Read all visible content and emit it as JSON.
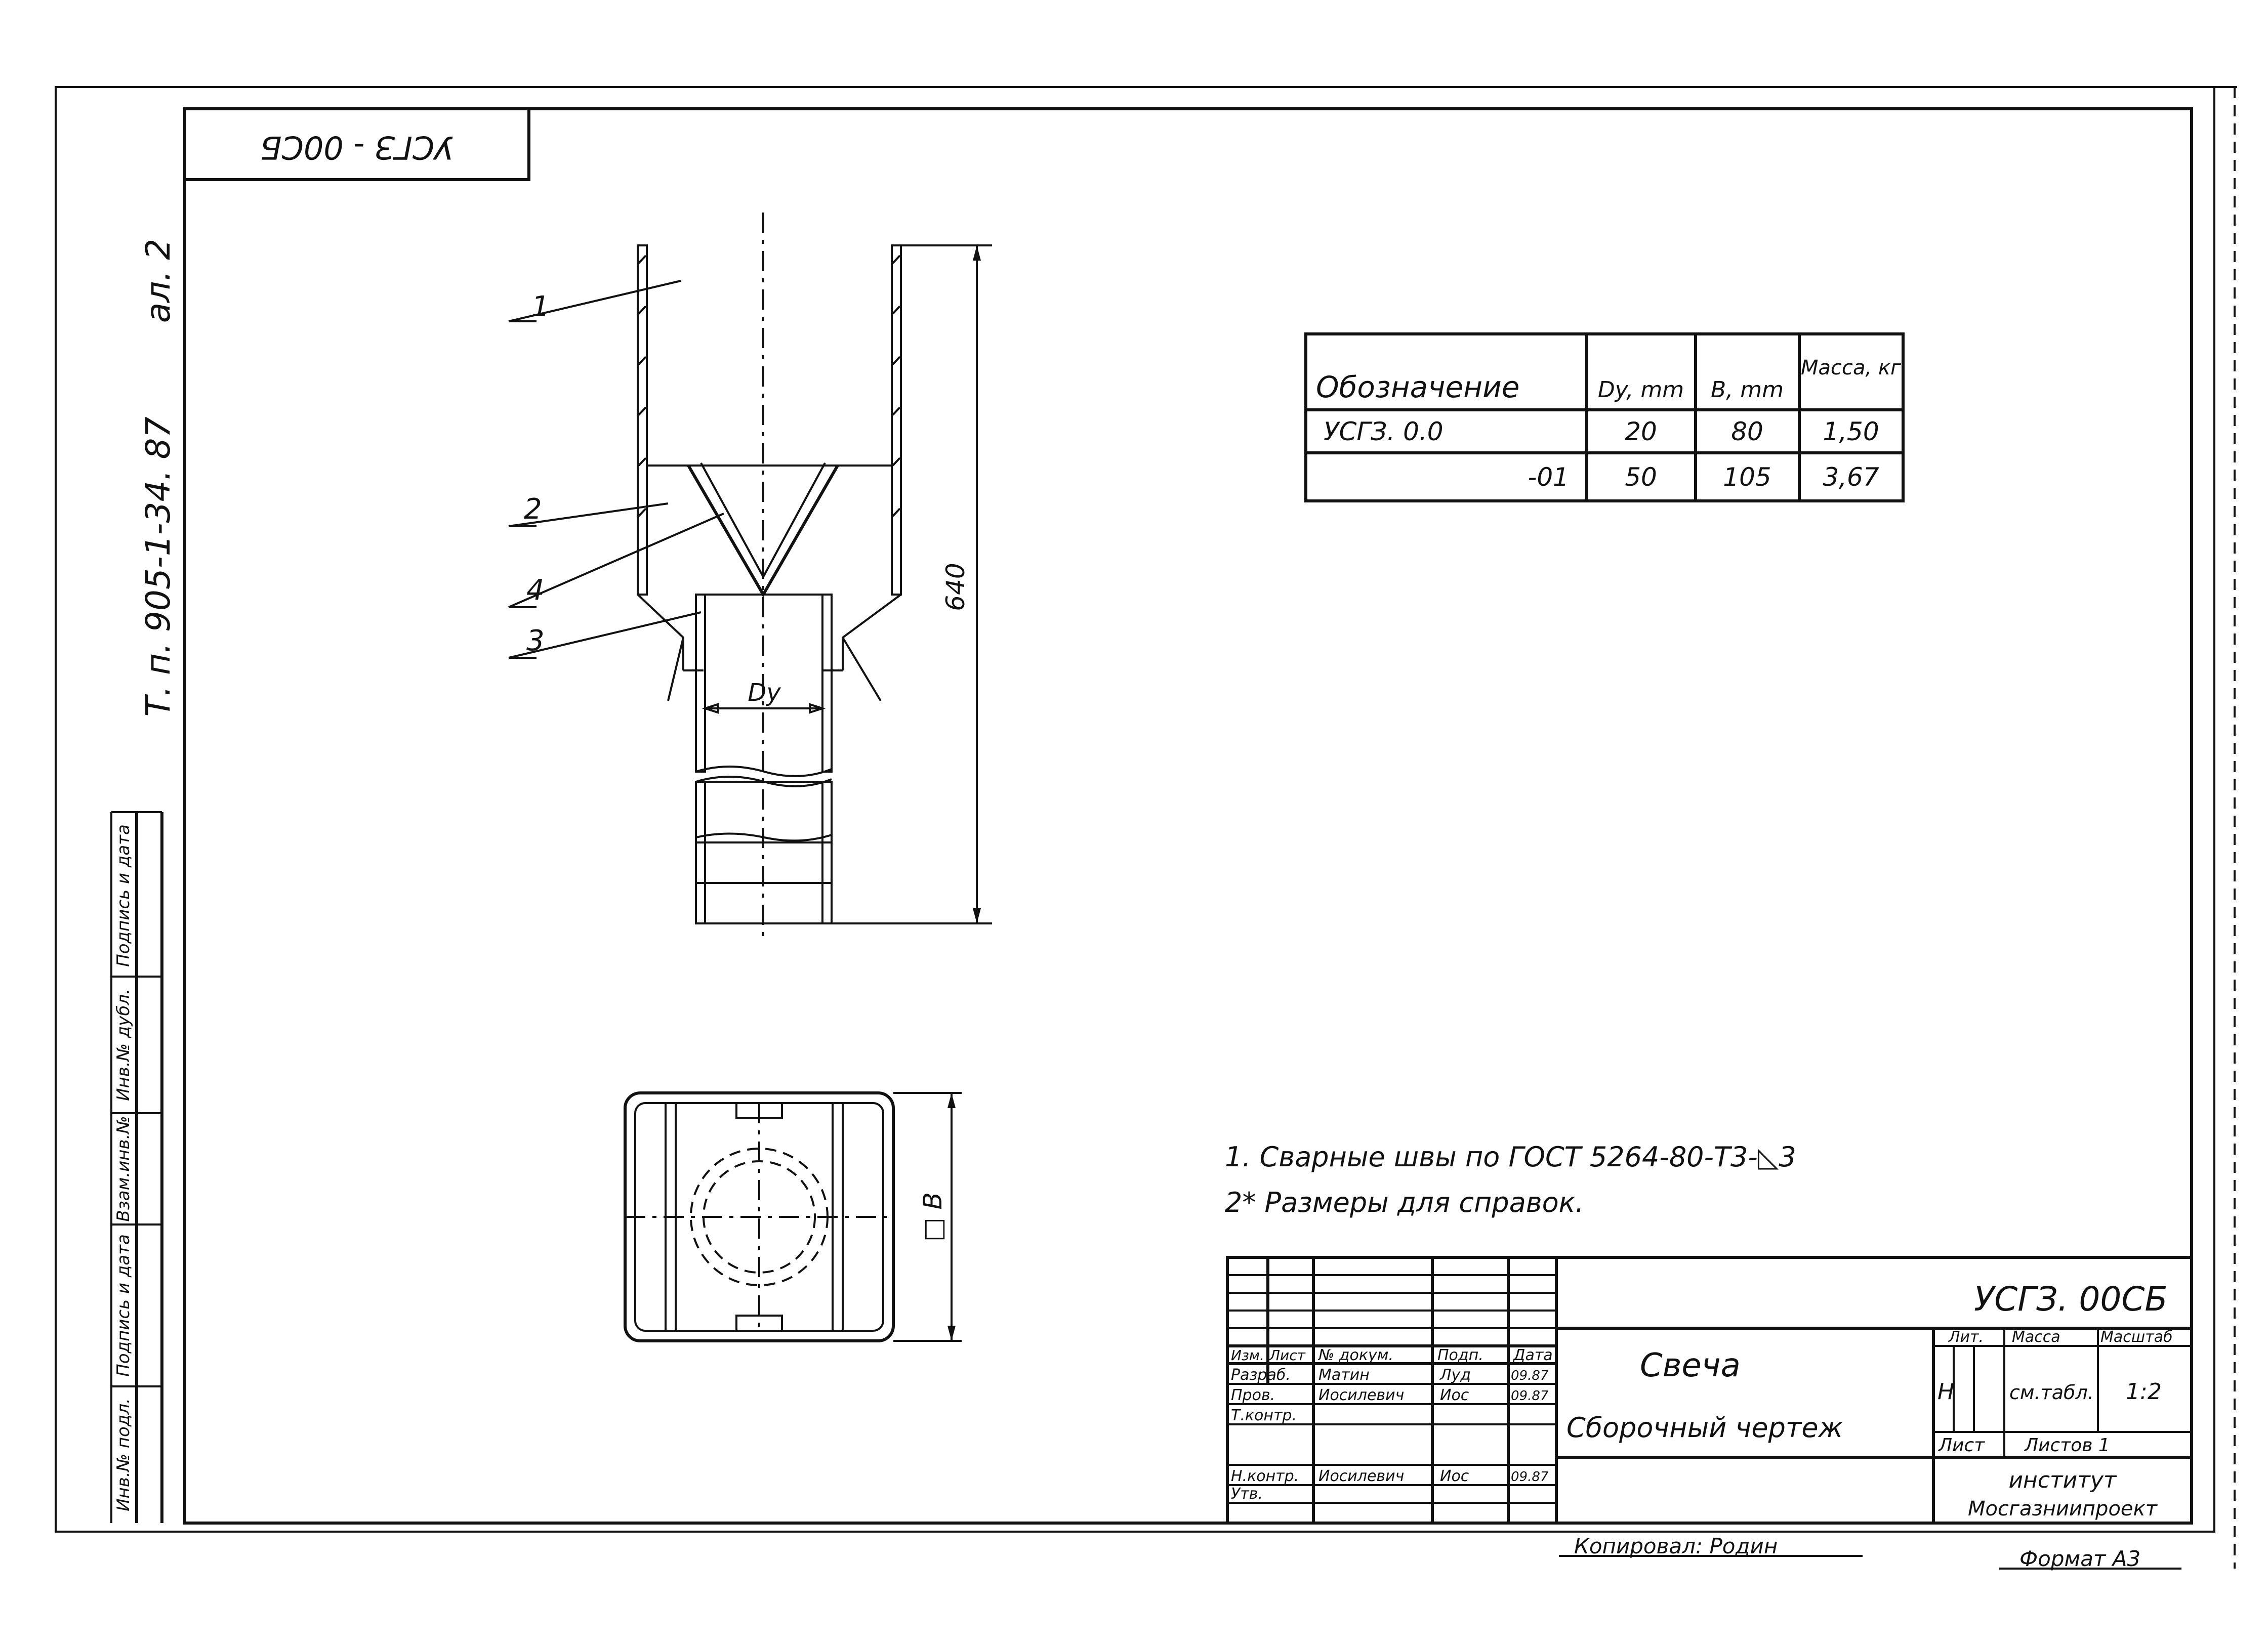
{
  "doc_code_rotated": "УСГЗ - 00СБ",
  "side_project": "Т. п. 905-1-34. 87",
  "side_album": "ал. 2",
  "side_columns": [
    "Инв.№ подл.",
    "Подпись и дата",
    "Взам.инв.№",
    "Инв.№ дубл.",
    "Подпись и дата"
  ],
  "callouts": [
    "1",
    "2",
    "4",
    "3"
  ],
  "dim_height": "640",
  "dim_dy": "Dy",
  "dim_b": "□ B",
  "spec_table": {
    "headers": [
      "Обозначение",
      "Dy, mm",
      "B, mm",
      "Масса, кг"
    ],
    "rows": [
      [
        "УСГЗ. 0.0",
        "20",
        "80",
        "1,50"
      ],
      [
        "-01",
        "50",
        "105",
        "3,67"
      ]
    ]
  },
  "notes": [
    "1. Сварные швы по ГОСТ 5264-80-Т3-◺3",
    "2* Размеры для справок."
  ],
  "title_block": {
    "code": "УСГЗ. 00СБ",
    "name": "Свеча",
    "doc_type": "Сборочный чертеж",
    "lit_header": "Лит.",
    "mass_header": "Масса",
    "scale_header": "Масштаб",
    "lit_value": "Н",
    "mass_value": "см.табл.",
    "scale_value": "1:2",
    "sheet_label": "Лист",
    "sheets_label": "Листов 1",
    "org_line1": "институт",
    "org_line2": "Мосгазниипроект",
    "header_labels": [
      "Изм.",
      "Лист",
      "№ докум.",
      "Подп.",
      "Дата"
    ],
    "staff": [
      {
        "role": "Разраб.",
        "name": "Матин",
        "sign": "Луд",
        "date": "09.87"
      },
      {
        "role": "Пров.",
        "name": "Иосилевич",
        "sign": "Иос",
        "date": "09.87"
      },
      {
        "role": "Т.контр.",
        "name": "",
        "sign": "",
        "date": ""
      },
      {
        "role": "Н.контр.",
        "name": "Иосилевич",
        "sign": "Иос",
        "date": "09.87"
      },
      {
        "role": "Утв.",
        "name": "",
        "sign": "",
        "date": ""
      }
    ]
  },
  "copied_by": "Копировал: Родин",
  "format": "Формат А3"
}
